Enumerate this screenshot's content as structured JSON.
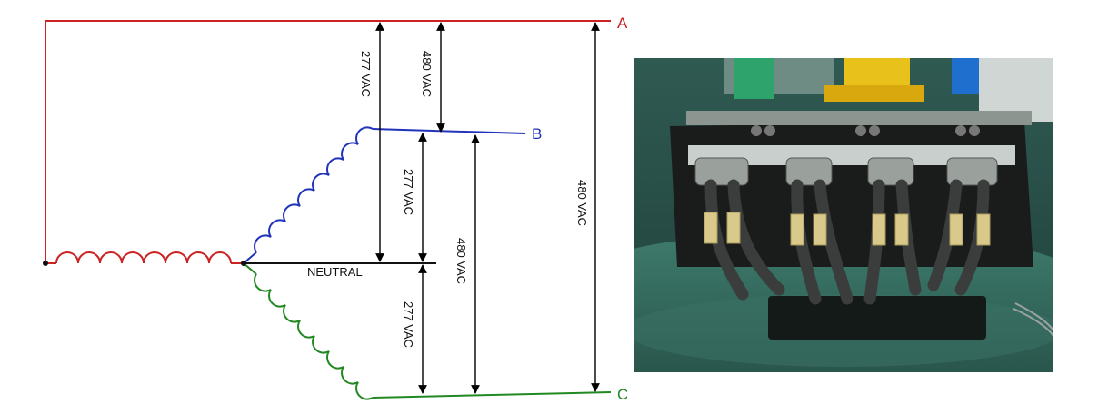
{
  "diagram": {
    "phase_labels": {
      "a": "A",
      "b": "B",
      "c": "C"
    },
    "neutral_label": "NEUTRAL",
    "voltages": {
      "a_to_neutral": "277 VAC",
      "a_to_b": "480 VAC",
      "b_to_neutral": "277 VAC",
      "b_to_c": "480 VAC",
      "neutral_to_c": "277 VAC",
      "a_to_c": "480 VAC"
    },
    "colors": {
      "phase_a": "#cc2222",
      "phase_b": "#2233bb",
      "phase_c": "#228822",
      "neutral": "#111111"
    }
  },
  "photo": {
    "subject": "generator-terminal-block-photo"
  }
}
